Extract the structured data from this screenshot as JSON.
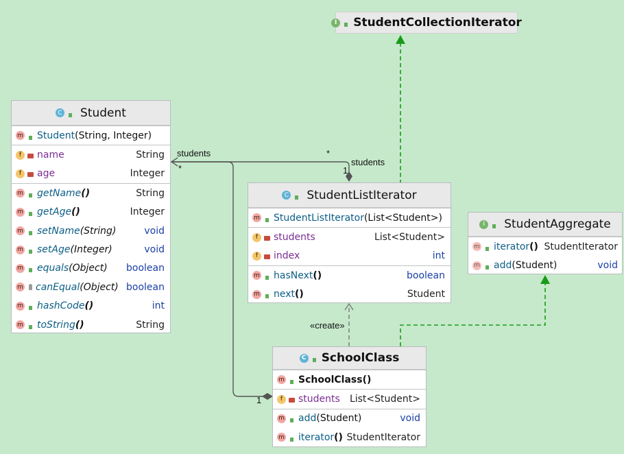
{
  "classes": {
    "student_collection_iterator": {
      "name": "StudentCollectionIterator",
      "kind": "interface"
    },
    "student": {
      "name": "Student",
      "kind": "class",
      "constructor": {
        "name": "Student",
        "params": "(String, Integer)"
      },
      "fields": [
        {
          "name": "name",
          "type": "String"
        },
        {
          "name": "age",
          "type": "Integer"
        }
      ],
      "methods": [
        {
          "name": "getName",
          "params": "()",
          "type": "String"
        },
        {
          "name": "getAge",
          "params": "()",
          "type": "Integer"
        },
        {
          "name": "setName",
          "params": "(String)",
          "type": "void"
        },
        {
          "name": "setAge",
          "params": "(Integer)",
          "type": "void"
        },
        {
          "name": "equals",
          "params": "(Object)",
          "type": "boolean"
        },
        {
          "name": "canEqual",
          "params": "(Object)",
          "type": "boolean"
        },
        {
          "name": "hashCode",
          "params": "()",
          "type": "int"
        },
        {
          "name": "toString",
          "params": "()",
          "type": "String"
        }
      ]
    },
    "student_list_iterator": {
      "name": "StudentListIterator",
      "kind": "class",
      "constructor": {
        "name": "StudentListIterator",
        "params": "(List<Student>)"
      },
      "fields": [
        {
          "name": "students",
          "type": "List<Student>"
        },
        {
          "name": "index",
          "type": "int"
        }
      ],
      "methods": [
        {
          "name": "hasNext",
          "params": "()",
          "type": "boolean"
        },
        {
          "name": "next",
          "params": "()",
          "type": "Student"
        }
      ]
    },
    "student_aggregate": {
      "name": "StudentAggregate",
      "kind": "interface",
      "methods": [
        {
          "name": "iterator",
          "params": "()",
          "type": "StudentIterator"
        },
        {
          "name": "add",
          "params": "(Student)",
          "type": "void"
        }
      ]
    },
    "school_class": {
      "name": "SchoolClass",
      "kind": "class",
      "constructor": {
        "name": "SchoolClass",
        "params": "()"
      },
      "fields": [
        {
          "name": "students",
          "type": "List<Student>"
        }
      ],
      "methods": [
        {
          "name": "add",
          "params": "(Student)",
          "type": "void"
        },
        {
          "name": "iterator",
          "params": "()",
          "type": "StudentIterator"
        }
      ]
    }
  },
  "edge_labels": {
    "sli_students": "students",
    "sli_star": "*",
    "sli_one": "1",
    "sc_students": "students",
    "sc_star": "*",
    "sc_one": "1",
    "create": "«create»"
  },
  "icons": {
    "class_badge": "C",
    "interface_badge": "I",
    "method_badge": "m",
    "field_badge": "f"
  },
  "colors": {
    "background": "#c6e9cb",
    "realization": "#1a9a1a",
    "dependency": "#777777",
    "method_name": "#0b5e86",
    "field_name": "#7a2d94",
    "keyword_type": "#1a3fa6"
  }
}
